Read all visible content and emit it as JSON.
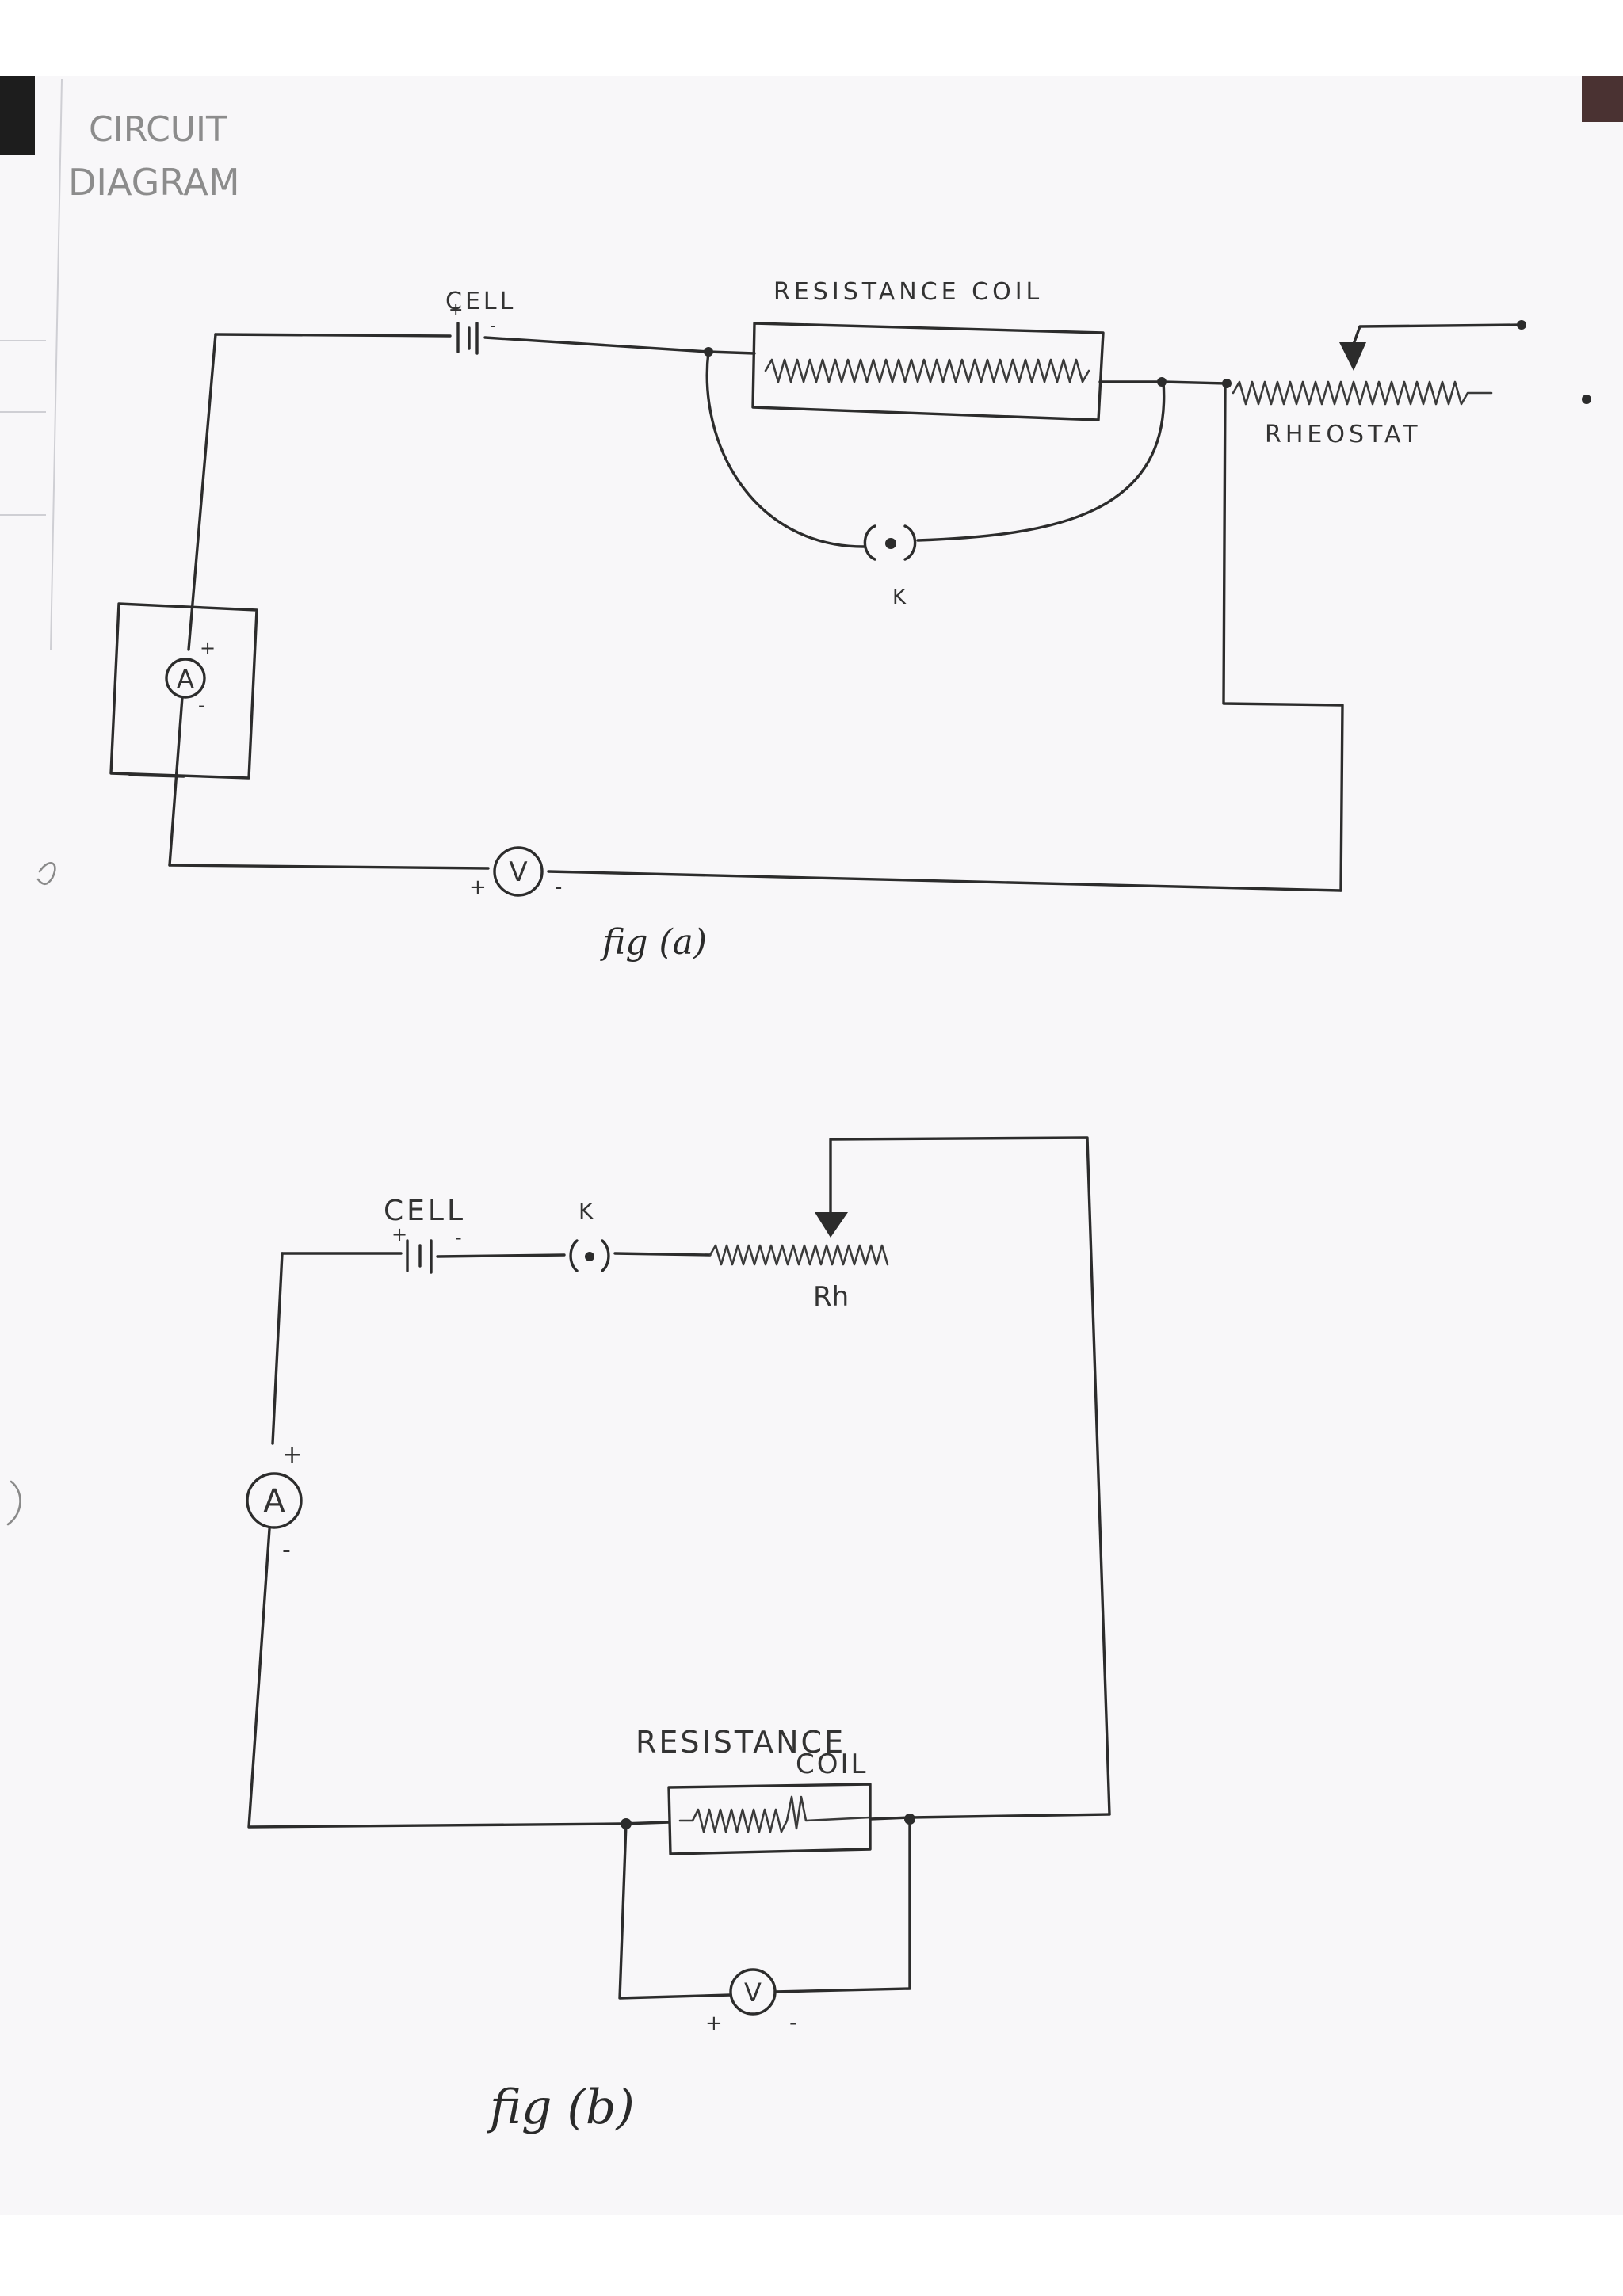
{
  "title": {
    "line1": "CIRCUIT",
    "line2": "DIAGRAM"
  },
  "fig_a": {
    "cell_label": "CELL",
    "resistance_label": "RESISTANCE COIL",
    "rheostat_label": "RHEOSTAT",
    "key_label": "K",
    "ammeter_label": "A",
    "voltmeter_label": "V",
    "plus": "+",
    "minus": "-",
    "caption": "fig (a)"
  },
  "fig_b": {
    "cell_label": "CELL",
    "key_label": "K",
    "rheostat_label": "Rh",
    "resistance_label_line1": "RESISTANCE",
    "resistance_label_line2": "COIL",
    "ammeter_label": "A",
    "voltmeter_label": "V",
    "plus": "+",
    "minus": "-",
    "caption": "fig (b)"
  }
}
